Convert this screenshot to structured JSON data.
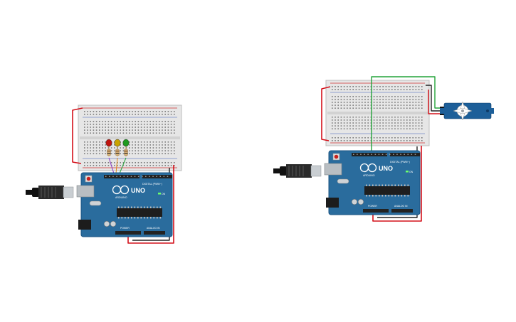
{
  "circuits": [
    {
      "id": "left-circuit",
      "board": {
        "logo_text": "UNO",
        "brand_text": "ARDUINO",
        "digital_header_label": "DIGITAL (PWM~)",
        "power_header_label": "POWER",
        "analog_header_label": "ANALOG IN",
        "on_label": "ON"
      },
      "leds": [
        {
          "name": "red-led",
          "color": "#c0140e"
        },
        {
          "name": "yellow-led",
          "color": "#c9a300"
        },
        {
          "name": "green-led",
          "color": "#1f9a1f"
        }
      ]
    },
    {
      "id": "right-circuit",
      "board": {
        "logo_text": "UNO",
        "brand_text": "ARDUINO",
        "digital_header_label": "DIGITAL (PWM~)",
        "power_header_label": "POWER",
        "analog_header_label": "ANALOG IN",
        "on_label": "ON"
      },
      "servo": {
        "name": "micro-servo",
        "color": "#1d5f99"
      }
    }
  ],
  "colors": {
    "board": "#2a6c9d",
    "board_dark": "#1c5583",
    "breadboard": "#e6e6e6",
    "wire_red": "#d4101a",
    "wire_black": "#222222",
    "wire_green": "#24a33a",
    "wire_purple": "#8b3ac8",
    "wire_orange": "#e08a1a"
  }
}
